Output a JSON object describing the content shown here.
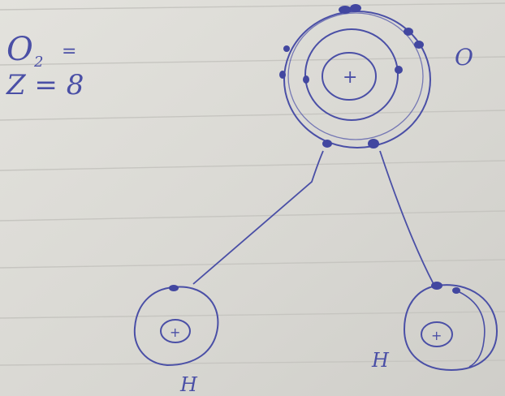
{
  "notes": {
    "line1": "O",
    "line1_sub": "2",
    "line1_suffix": "=",
    "line2": "Z = 8"
  },
  "atoms": {
    "oxygen": {
      "label": "O",
      "nucleus": "+"
    },
    "hydrogen_left": {
      "label": "H",
      "nucleus": "+"
    },
    "hydrogen_right": {
      "label": "H",
      "nucleus": "+"
    }
  },
  "colors": {
    "ink": "#4a4fa6",
    "ink_dark": "#363c94",
    "paper": "#dcdbd6",
    "rule": "#c9c8c3"
  }
}
